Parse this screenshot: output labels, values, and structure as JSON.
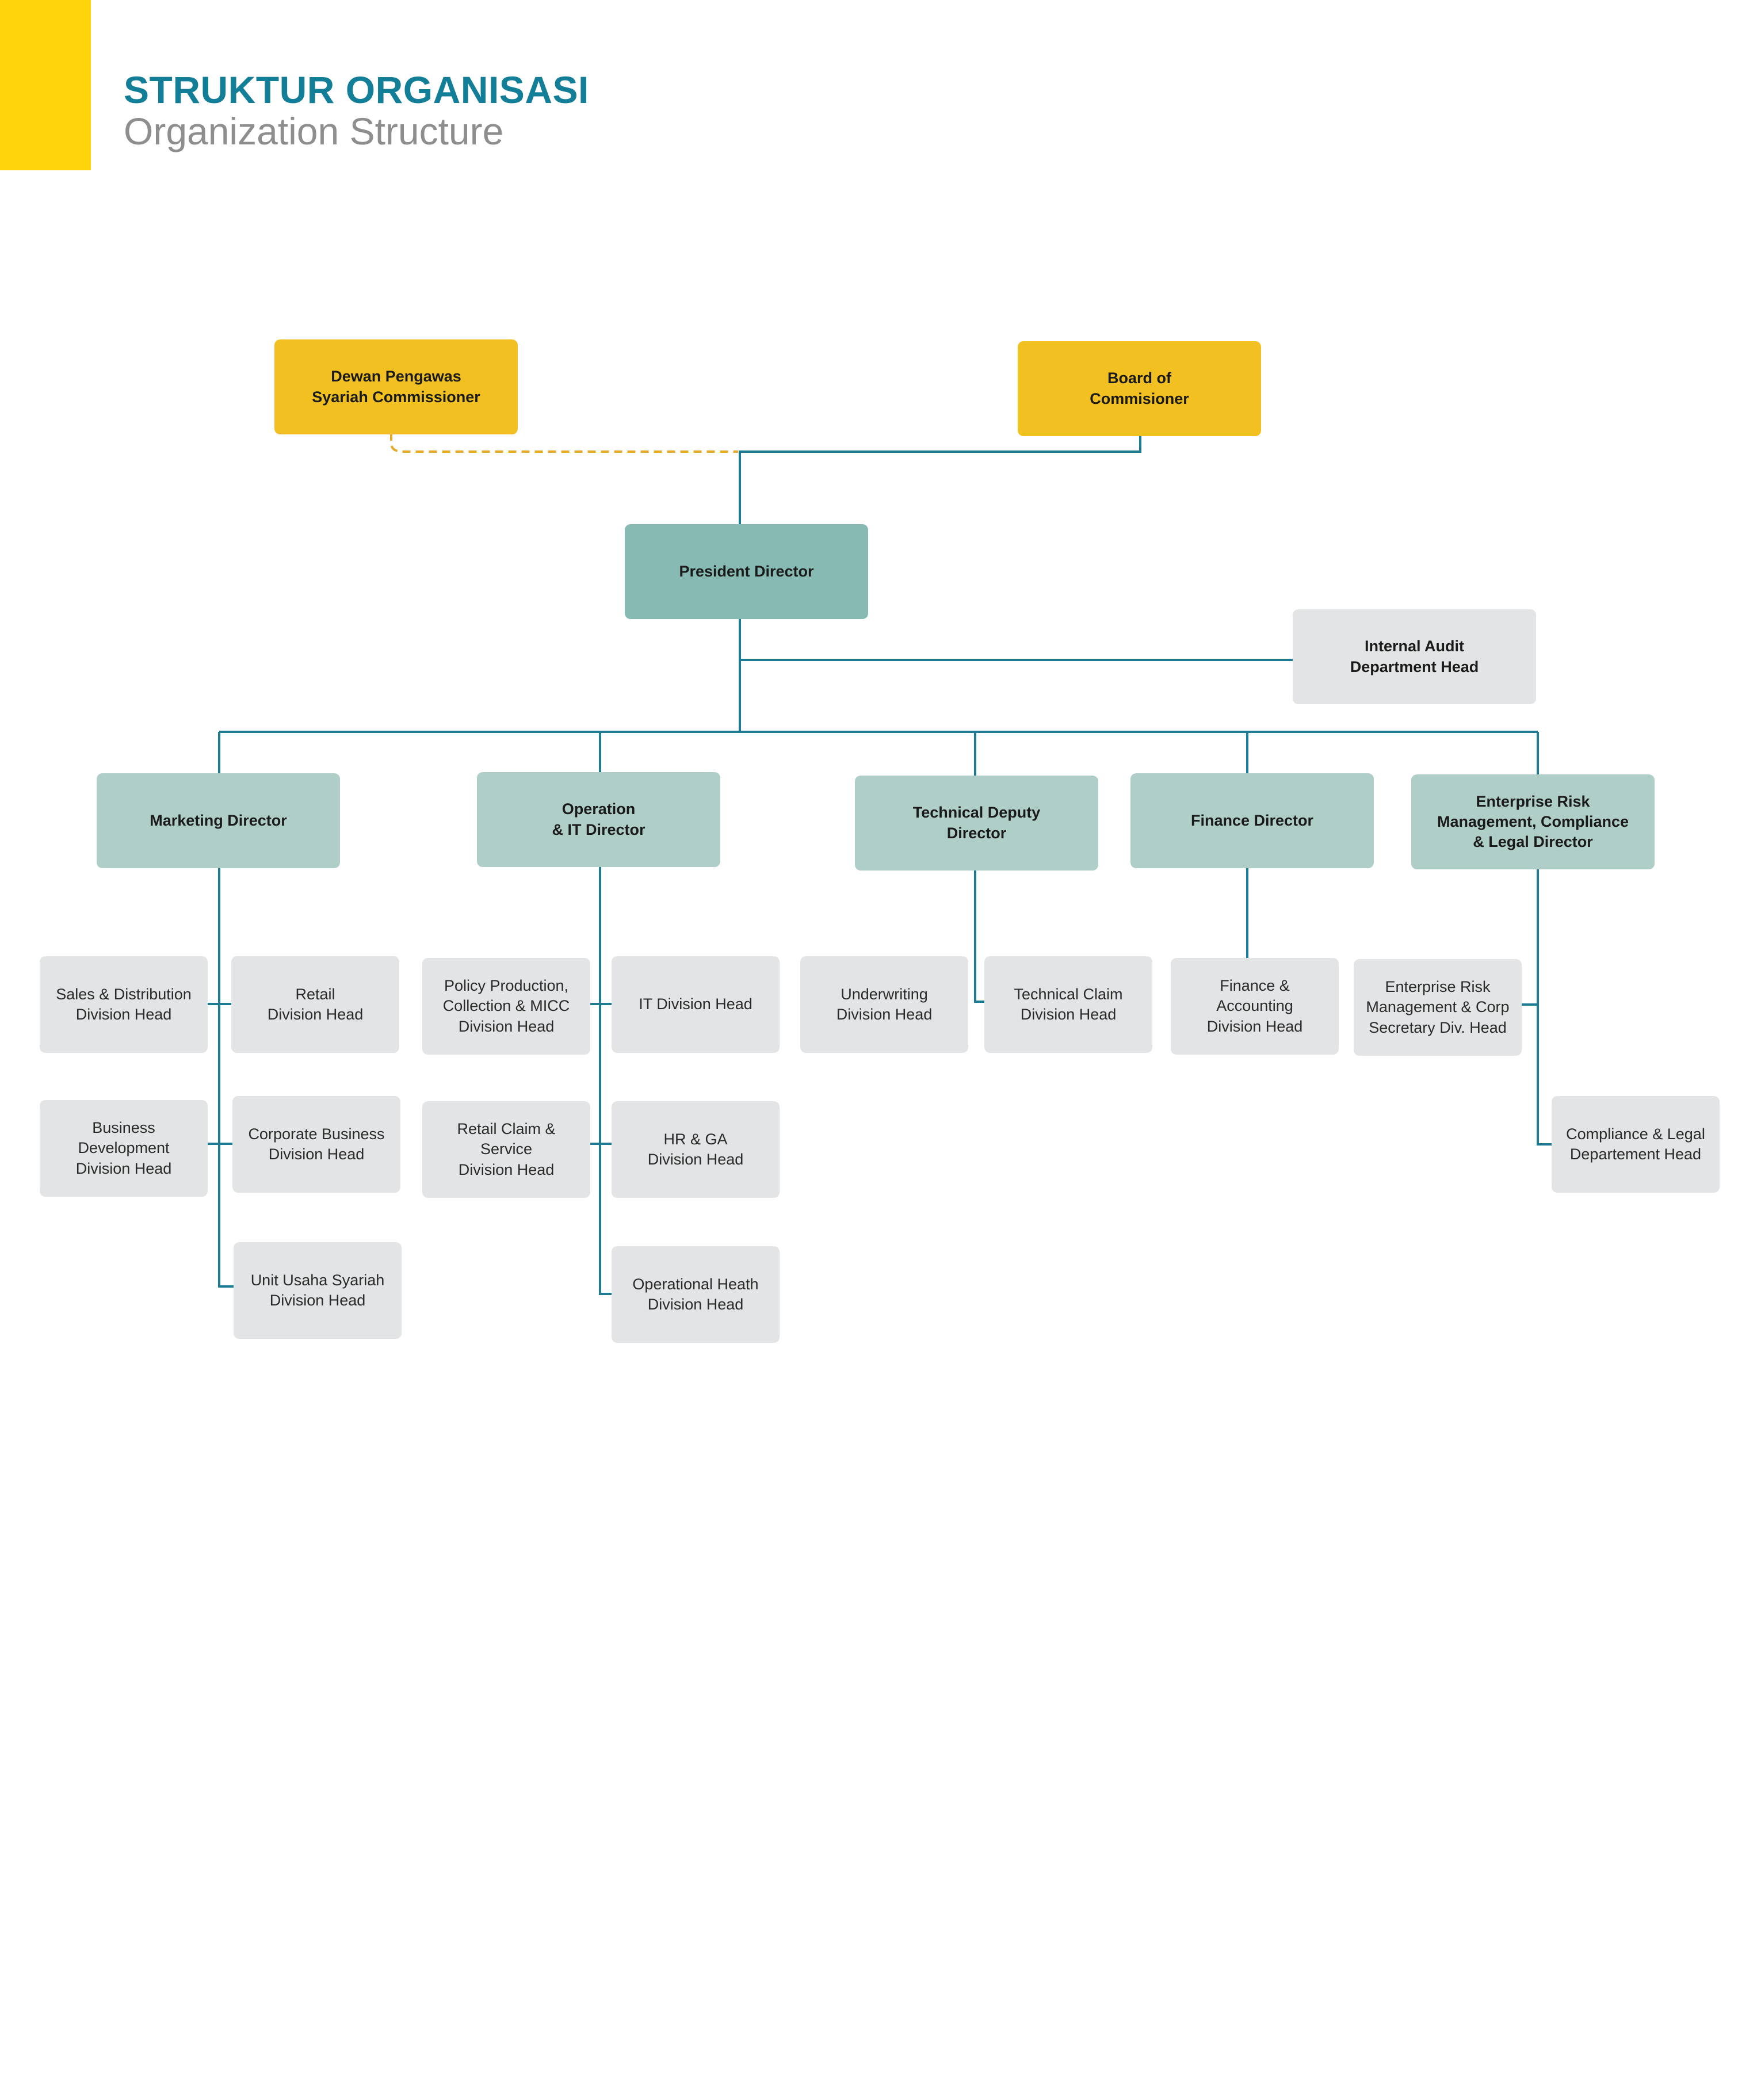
{
  "header": {
    "title": "STRUKTUR ORGANISASI",
    "subtitle": "Organization Structure"
  },
  "colors": {
    "accent": "#FFD40A",
    "title": "#137E97",
    "subtitle": "#8E8E8E",
    "commissioner_box": "#F2C121",
    "president_box": "#87BAB3",
    "director_box": "#B0CEC8",
    "division_box": "#E3E4E5",
    "connector_line": "#1D7C93",
    "dashed_connector": "#E8A928"
  },
  "org": {
    "dps": "Dewan Pengawas\nSyariah Commissioner",
    "board": "Board of\nCommisioner",
    "president": "President Director",
    "internal_audit": "Internal Audit\nDepartment Head",
    "directors": {
      "marketing": "Marketing Director",
      "operation": "Operation\n& IT Director",
      "technical": "Technical Deputy\nDirector",
      "finance": "Finance Director",
      "erm": "Enterprise Risk\nManagement, Compliance\n& Legal Director"
    },
    "divisions": {
      "sales": "Sales & Distribution\nDivision Head",
      "retail": "Retail\nDivision Head",
      "business_dev": "Business\nDevelopment\nDivision Head",
      "corporate": "Corporate Business\nDivision Head",
      "uus": "Unit Usaha Syariah\nDivision Head",
      "policy": "Policy Production,\nCollection & MICC\nDivision Head",
      "it": "IT Division Head",
      "retail_claim": "Retail Claim & Service\nDivision Head",
      "hrga": "HR & GA\nDivision Head",
      "opheath": "Operational Heath\nDivision Head",
      "underwriting": "Underwriting\nDivision Head",
      "tech_claim": "Technical Claim\nDivision Head",
      "finance_acc": "Finance &\nAccounting\nDivision Head",
      "erm_corp": "Enterprise Risk\nManagement & Corp\nSecretary Div. Head",
      "compliance": "Compliance & Legal\nDepartement Head"
    }
  }
}
